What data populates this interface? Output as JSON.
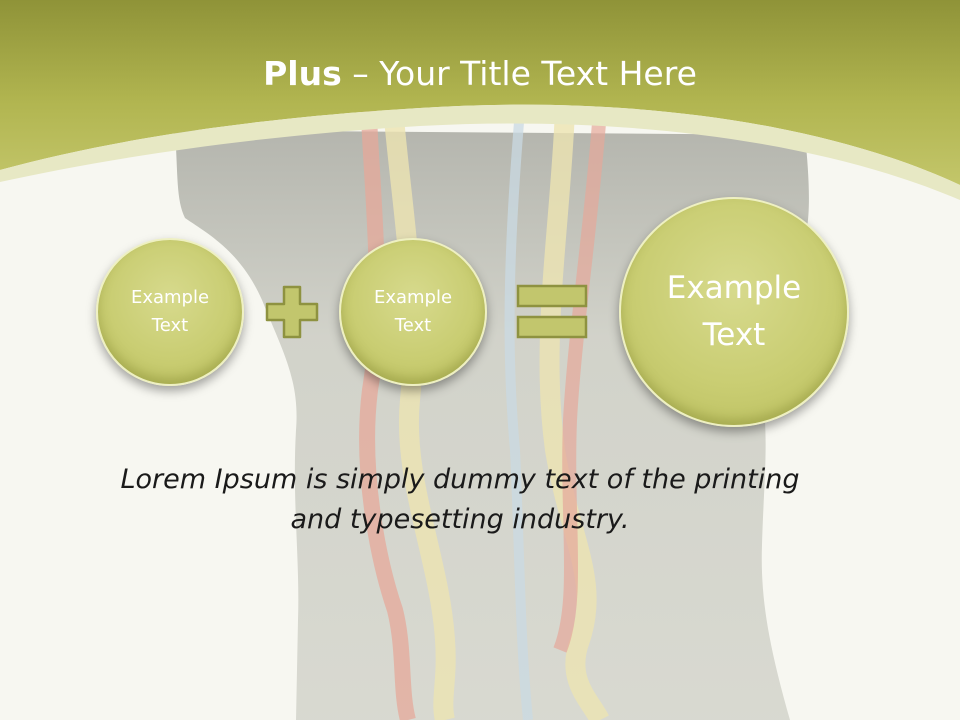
{
  "slide": {
    "title_bold": "Plus",
    "title_rest": " – Your Title Text Here",
    "circle1": {
      "line1": "Example",
      "line2": "Text"
    },
    "circle2": {
      "line1": "Example",
      "line2": "Text"
    },
    "circle3": {
      "line1": "Example",
      "line2": "Text"
    },
    "plus_icon": "plus-icon",
    "equals_icon": "equals-icon",
    "body_line1": "Lorem Ipsum is simply dummy text of the printing",
    "body_line2": "and typesetting industry."
  },
  "colors": {
    "header_olive": "#a9ad48",
    "circle_fill": "#cdd179",
    "symbol_fill": "#bfc36b",
    "symbol_stroke": "#8f9340",
    "silhouette": "#cfd0c8"
  }
}
